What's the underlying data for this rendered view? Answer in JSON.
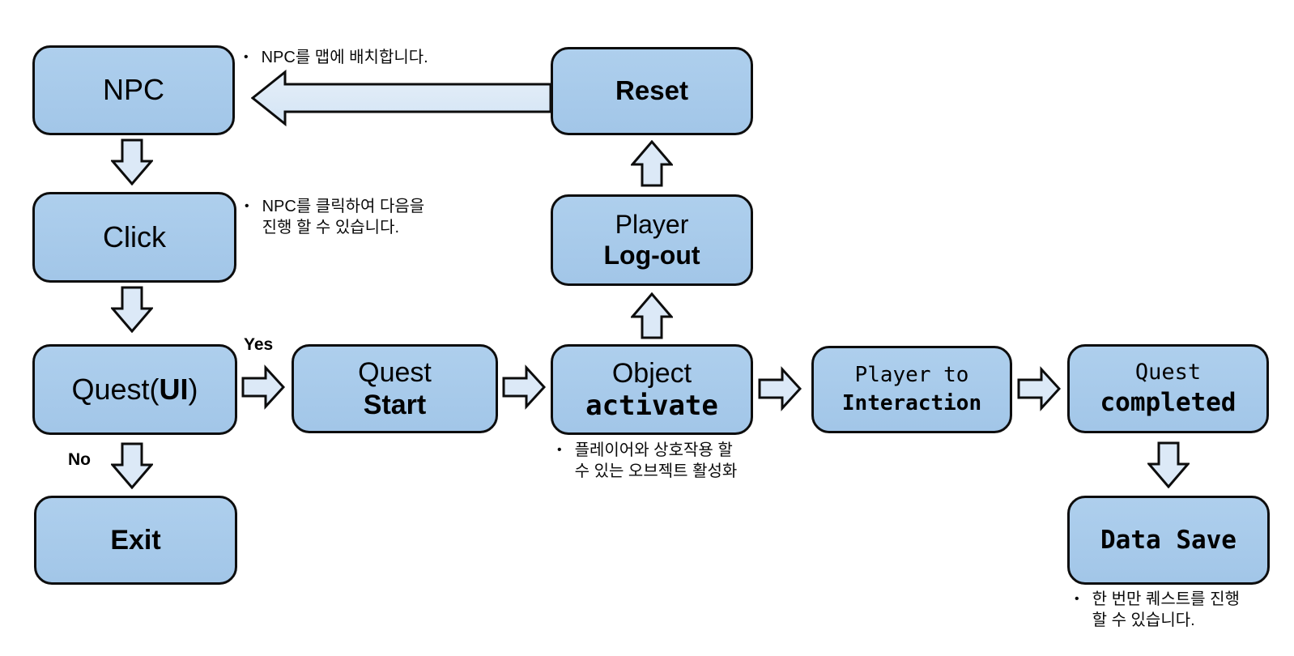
{
  "diagram": {
    "title": "Quest flow diagram",
    "colors": {
      "node_fill": "#a6c9e9",
      "node_border": "#0d0d0d",
      "arrow_fill": "#dce9f7",
      "arrow_border": "#0d0d0d",
      "background": "#ffffff",
      "text": "#000000"
    },
    "nodes": {
      "npc": {
        "label": "NPC"
      },
      "click": {
        "label": "Click"
      },
      "quest_ui": {
        "pre": "Quest(",
        "bold": "UI",
        "post": ")"
      },
      "exit": {
        "label": "Exit"
      },
      "quest_start": {
        "line1": "Quest",
        "line2": "Start"
      },
      "reset": {
        "label": "Reset"
      },
      "player_logout": {
        "line1": "Player",
        "line2": "Log-out"
      },
      "object_activate": {
        "line1": "Object",
        "line2": "activate"
      },
      "player_interaction": {
        "line1": "Player to",
        "line2": "Interaction"
      },
      "quest_completed": {
        "line1": "Quest",
        "line2": "completed"
      },
      "data_save": {
        "label": "Data Save"
      }
    },
    "edge_labels": {
      "yes": "Yes",
      "no": "No"
    },
    "annotations": {
      "npc": {
        "bullet": "•",
        "lines": [
          "NPC를 맵에 배치합니다."
        ]
      },
      "click": {
        "bullet": "•",
        "lines": [
          "NPC를 클릭하여 다음을",
          "진행 할 수 있습니다."
        ]
      },
      "object_activate": {
        "bullet": "•",
        "lines": [
          "플레이어와 상호작용 할",
          "수 있는 오브젝트 활성화"
        ]
      },
      "data_save": {
        "bullet": "•",
        "lines": [
          "한 번만 퀘스트를 진행",
          "할 수 있습니다."
        ]
      }
    }
  }
}
